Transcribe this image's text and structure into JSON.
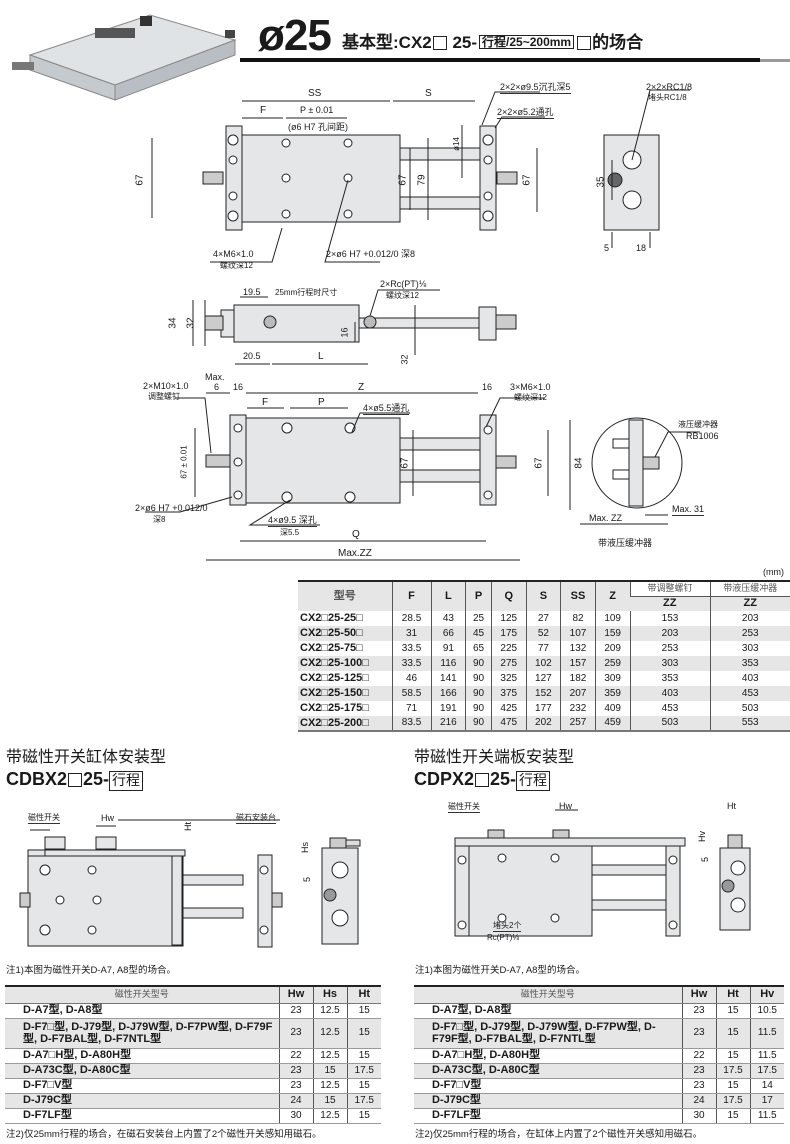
{
  "header": {
    "bore": "ø25",
    "subtitle_prefix": "基本型:CX2",
    "subtitle_mid": "25-",
    "subtitle_box": "行程/25~200mm",
    "subtitle_suffix": "的场合"
  },
  "drawing_top": {
    "SS": "SS",
    "S": "S",
    "F": "F",
    "P": "P ± 0.01",
    "p_note": "(ø6 H7 孔间距)",
    "cbore": "2×2×ø9.5沉孔深5",
    "thru": "2×2×ø5.2通孔",
    "plug": "2×2×RC1/8",
    "plug2": "堵头RC1/8",
    "d14": "ø14",
    "h67a": "67",
    "h67b": "67",
    "h79": "79",
    "h67c": "67",
    "m6": "4×M6×1.0",
    "m6d": "螺纹深12",
    "pin": "2×ø6 H7 +0.012/0 深8",
    "e35": "35",
    "e5": "5",
    "e18": "18"
  },
  "drawing_side": {
    "d195": "19.5",
    "note25": "25mm行程时尺寸",
    "port": "2×Rc(PT)⅛",
    "portd": "螺纹深12",
    "h34": "34",
    "h32": "32",
    "h16": "16",
    "h32b": "32",
    "d205": "20.5",
    "L": "L"
  },
  "drawing_bottom": {
    "adj": "2×M10×1.0",
    "adjd": "调整螺钉",
    "max": "Max.",
    "d6": "6",
    "d16a": "16",
    "Z": "Z",
    "d16b": "16",
    "m6": "3×M6×1.0",
    "m6d": "螺纹深12",
    "F": "F",
    "P": "P",
    "thru": "4×ø5.5通孔",
    "h67tol": "67 ± 0.01",
    "h67": "67",
    "h67b": "67",
    "h84": "84",
    "pin": "2×ø6 H7 +0.012/0",
    "pind": "深8",
    "cb": "4×ø9.5 深孔",
    "cbd": "深5.5",
    "Q": "Q",
    "maxzz": "Max.ZZ",
    "shock": "液压缓冲器",
    "shock_model": "RB1006",
    "maxzz2": "Max. ZZ",
    "max31": "Max. 31",
    "shock_caption": "带液压缓冲器"
  },
  "dim_table": {
    "unit": "(mm)",
    "headers": [
      "型号",
      "F",
      "L",
      "P",
      "Q",
      "S",
      "SS",
      "Z",
      "带调整螺钉",
      "带液压缓冲器"
    ],
    "sub_headers": [
      "ZZ",
      "ZZ"
    ],
    "rows": [
      [
        "CX2□25-25□",
        "28.5",
        "43",
        "25",
        "125",
        "27",
        "82",
        "109",
        "153",
        "203"
      ],
      [
        "CX2□25-50□",
        "31",
        "66",
        "45",
        "175",
        "52",
        "107",
        "159",
        "203",
        "253"
      ],
      [
        "CX2□25-75□",
        "33.5",
        "91",
        "65",
        "225",
        "77",
        "132",
        "209",
        "253",
        "303"
      ],
      [
        "CX2□25-100□",
        "33.5",
        "116",
        "90",
        "275",
        "102",
        "157",
        "259",
        "303",
        "353"
      ],
      [
        "CX2□25-125□",
        "46",
        "141",
        "90",
        "325",
        "127",
        "182",
        "309",
        "353",
        "403"
      ],
      [
        "CX2□25-150□",
        "58.5",
        "166",
        "90",
        "375",
        "152",
        "207",
        "359",
        "403",
        "453"
      ],
      [
        "CX2□25-175□",
        "71",
        "191",
        "90",
        "425",
        "177",
        "232",
        "409",
        "453",
        "503"
      ],
      [
        "CX2□25-200□",
        "83.5",
        "216",
        "90",
        "475",
        "202",
        "257",
        "459",
        "503",
        "553"
      ]
    ]
  },
  "cdbx": {
    "title": "带磁性开关缸体安装型",
    "model_prefix": "CDBX2",
    "model_mid": "25-",
    "model_box": "行程",
    "labels": {
      "switch": "磁性开关",
      "hw": "Hw",
      "ht": "Ht",
      "magnet": "磁石安装台",
      "hs": "Hs",
      "five": "5"
    },
    "note1": "注1)本图为磁性开关D-A7, A8型的场合。",
    "headers": [
      "磁性开关型号",
      "Hw",
      "Hs",
      "Ht"
    ],
    "rows": [
      [
        "D-A7型, D-A8型",
        "23",
        "12.5",
        "15"
      ],
      [
        "D-F7□型, D-J79型, D-J79W型, D-F7PW型, D-F79F型, D-F7BAL型, D-F7NTL型",
        "23",
        "12.5",
        "15"
      ],
      [
        "D-A7□H型, D-A80H型",
        "22",
        "12.5",
        "15"
      ],
      [
        "D-A73C型, D-A80C型",
        "23",
        "15",
        "17.5"
      ],
      [
        "D-F7□V型",
        "23",
        "12.5",
        "15"
      ],
      [
        "D-J79C型",
        "24",
        "15",
        "17.5"
      ],
      [
        "D-F7LF型",
        "30",
        "12.5",
        "15"
      ]
    ],
    "note2": "注2)仅25mm行程的场合，在磁石安装台上内置了2个磁性开关感知用磁石。"
  },
  "cdpx": {
    "title": "带磁性开关端板安装型",
    "model_prefix": "CDPX2",
    "model_mid": "25-",
    "model_box": "行程",
    "labels": {
      "switch": "磁性开关",
      "hw": "Hw",
      "ht": "Ht",
      "hv": "Hv",
      "five": "5",
      "plug": "堵头2个",
      "port": "Rc(PT)⅛"
    },
    "note1": "注1)本图为磁性开关D-A7, A8型的场合。",
    "headers": [
      "磁性开关型号",
      "Hw",
      "Ht",
      "Hv"
    ],
    "rows": [
      [
        "D-A7型, D-A8型",
        "23",
        "15",
        "10.5"
      ],
      [
        "D-F7□型, D-J79型, D-J79W型, D-F7PW型, D-F79F型, D-F7BAL型, D-F7NTL型",
        "23",
        "15",
        "11.5"
      ],
      [
        "D-A7□H型, D-A80H型",
        "22",
        "15",
        "11.5"
      ],
      [
        "D-A73C型, D-A80C型",
        "23",
        "17.5",
        "17.5"
      ],
      [
        "D-F7□V型",
        "23",
        "15",
        "14"
      ],
      [
        "D-J79C型",
        "24",
        "17.5",
        "17"
      ],
      [
        "D-F7LF型",
        "30",
        "15",
        "11.5"
      ]
    ],
    "note2": "注2)仅25mm行程的场合，在缸体上内置了2个磁性开关感知用磁石。"
  },
  "colors": {
    "body": "#e4e6e8",
    "line": "#222222",
    "shade": "#e6e6e6"
  }
}
